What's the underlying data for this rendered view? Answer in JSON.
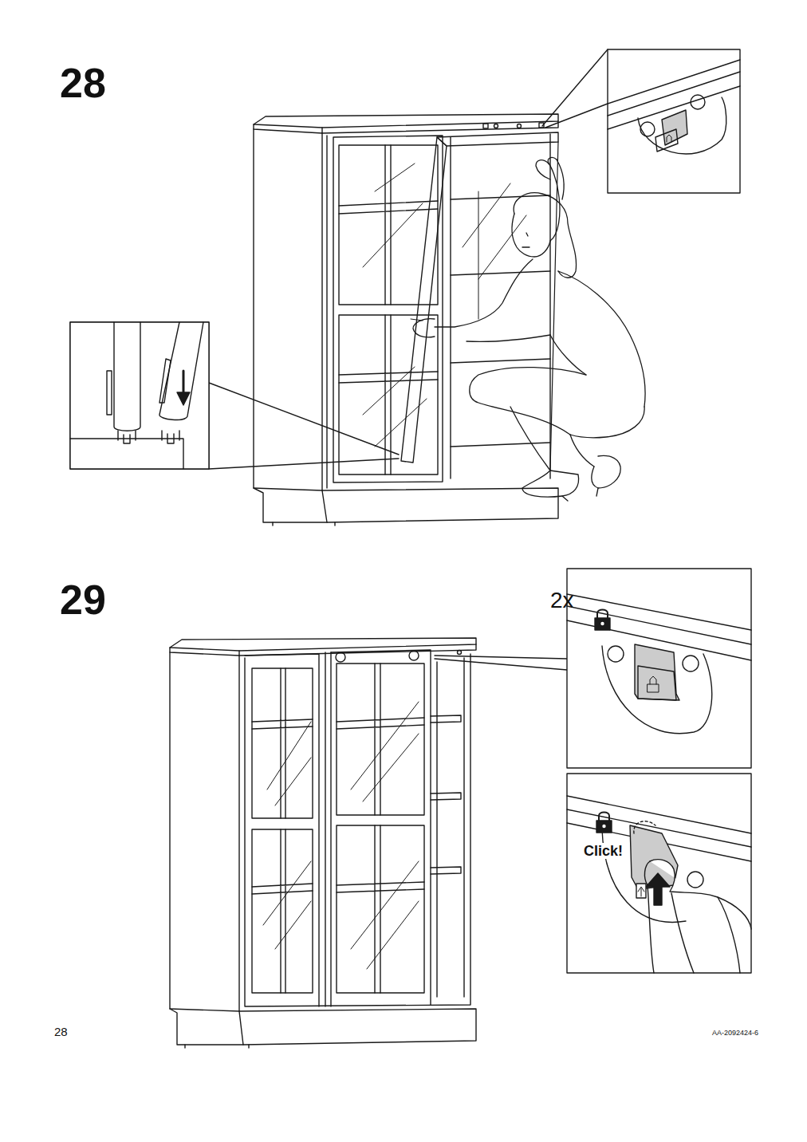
{
  "diagram": {
    "labels": [
      "28",
      "29",
      "2x",
      "Click!",
      "28",
      "AA-2092424-6"
    ]
  }
}
